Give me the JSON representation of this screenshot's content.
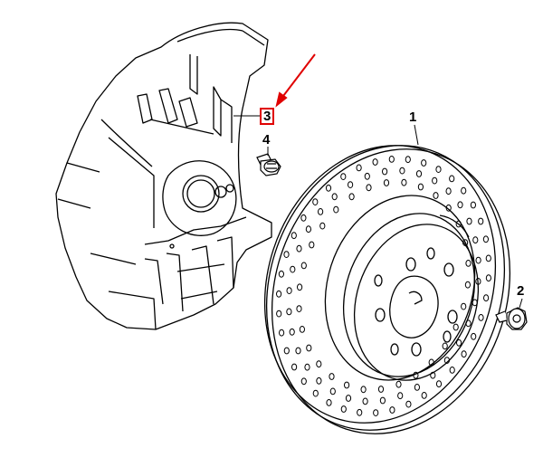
{
  "diagram": {
    "callouts": [
      {
        "id": "1",
        "label": "1",
        "part": "brake-disc",
        "highlighted": false
      },
      {
        "id": "2",
        "label": "2",
        "part": "disc-bolt",
        "highlighted": false
      },
      {
        "id": "3",
        "label": "3",
        "part": "brake-dust-shield",
        "highlighted": true
      },
      {
        "id": "4",
        "label": "4",
        "part": "shield-bolt",
        "highlighted": false
      }
    ],
    "highlight_color": "#e00000",
    "line_color": "#000000",
    "background": "#ffffff"
  }
}
